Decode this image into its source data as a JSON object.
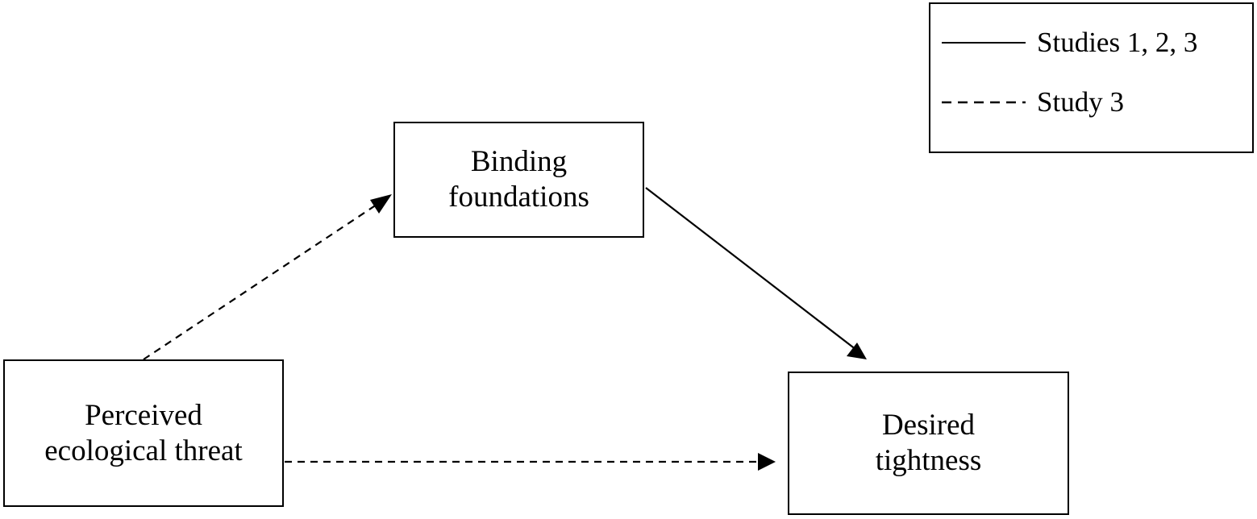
{
  "nodes": {
    "mediator": {
      "lines": [
        "Binding",
        "foundations"
      ]
    },
    "predictor": {
      "lines": [
        "Perceived",
        "ecological threat"
      ]
    },
    "outcome": {
      "lines": [
        "Desired",
        "tightness"
      ]
    }
  },
  "paths": [
    {
      "from": "predictor",
      "to": "mediator",
      "style": "dashed"
    },
    {
      "from": "mediator",
      "to": "outcome",
      "style": "solid"
    },
    {
      "from": "predictor",
      "to": "outcome",
      "style": "dashed"
    }
  ],
  "legend": {
    "solid_label": "Studies 1, 2, 3",
    "dashed_label": "Study 3"
  },
  "colors": {
    "stroke": "#000000",
    "background": "#ffffff"
  }
}
